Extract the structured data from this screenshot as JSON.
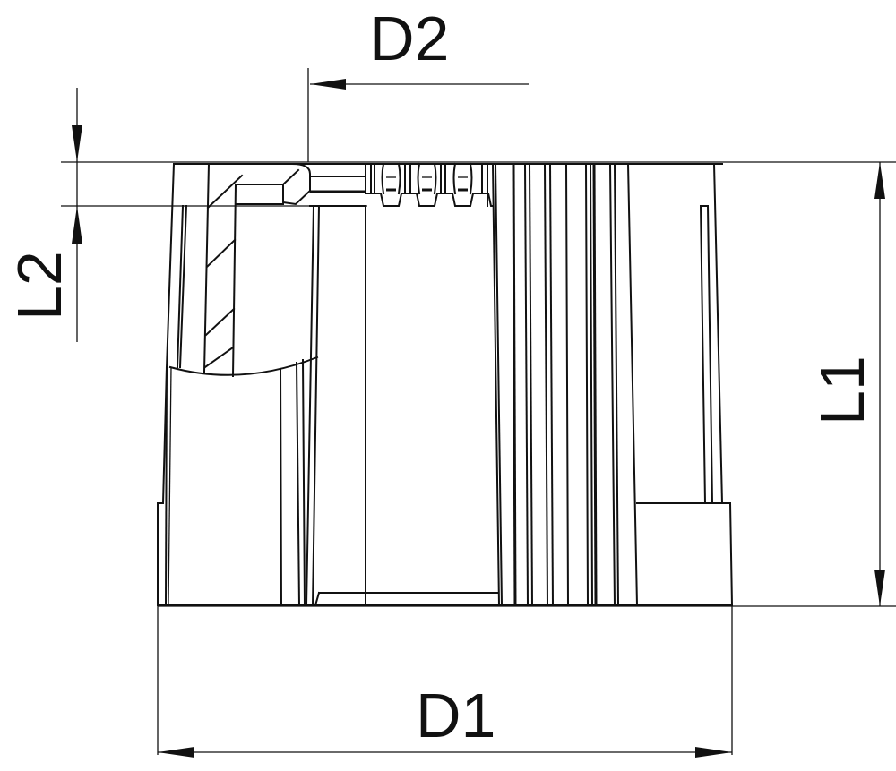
{
  "drawing": {
    "type": "technical-dimension-drawing",
    "subject": "cylindrical cap / fitting, side view with partial section",
    "line_color": "#111111",
    "background": "#ffffff"
  },
  "dimensions": {
    "d1": {
      "label": "D1",
      "orientation": "horizontal",
      "meaning": "outer diameter"
    },
    "d2": {
      "label": "D2",
      "orientation": "horizontal",
      "meaning": "inner diameter (radius reference)"
    },
    "l1": {
      "label": "L1",
      "orientation": "vertical",
      "meaning": "overall length"
    },
    "l2": {
      "label": "L2",
      "orientation": "vertical",
      "meaning": "top collar thickness"
    }
  }
}
